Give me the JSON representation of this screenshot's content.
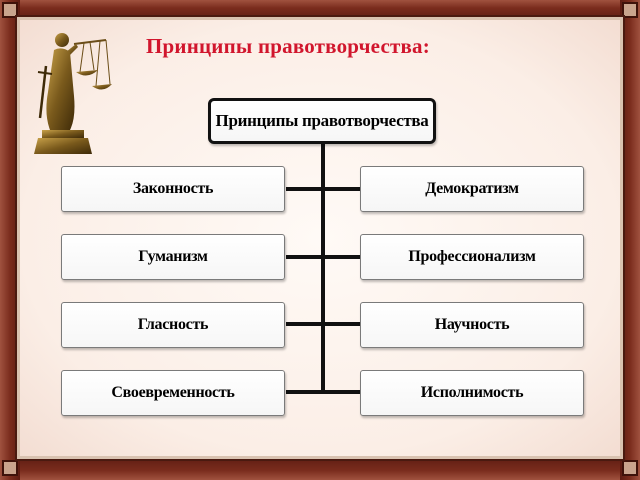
{
  "title": "Принципы правотворчества:",
  "diagram": {
    "root": "Принципы правотворчества",
    "left": [
      "Законность",
      "Гуманизм",
      "Гласность",
      "Своевременность"
    ],
    "right": [
      "Демократизм",
      "Профессионализм",
      "Научность",
      "Исполнимость"
    ]
  },
  "colors": {
    "title": "#d1162d",
    "frame": "#7a2c1d",
    "background": "#fbeee6"
  },
  "icons": {
    "decoration": "themis-statue-icon"
  }
}
